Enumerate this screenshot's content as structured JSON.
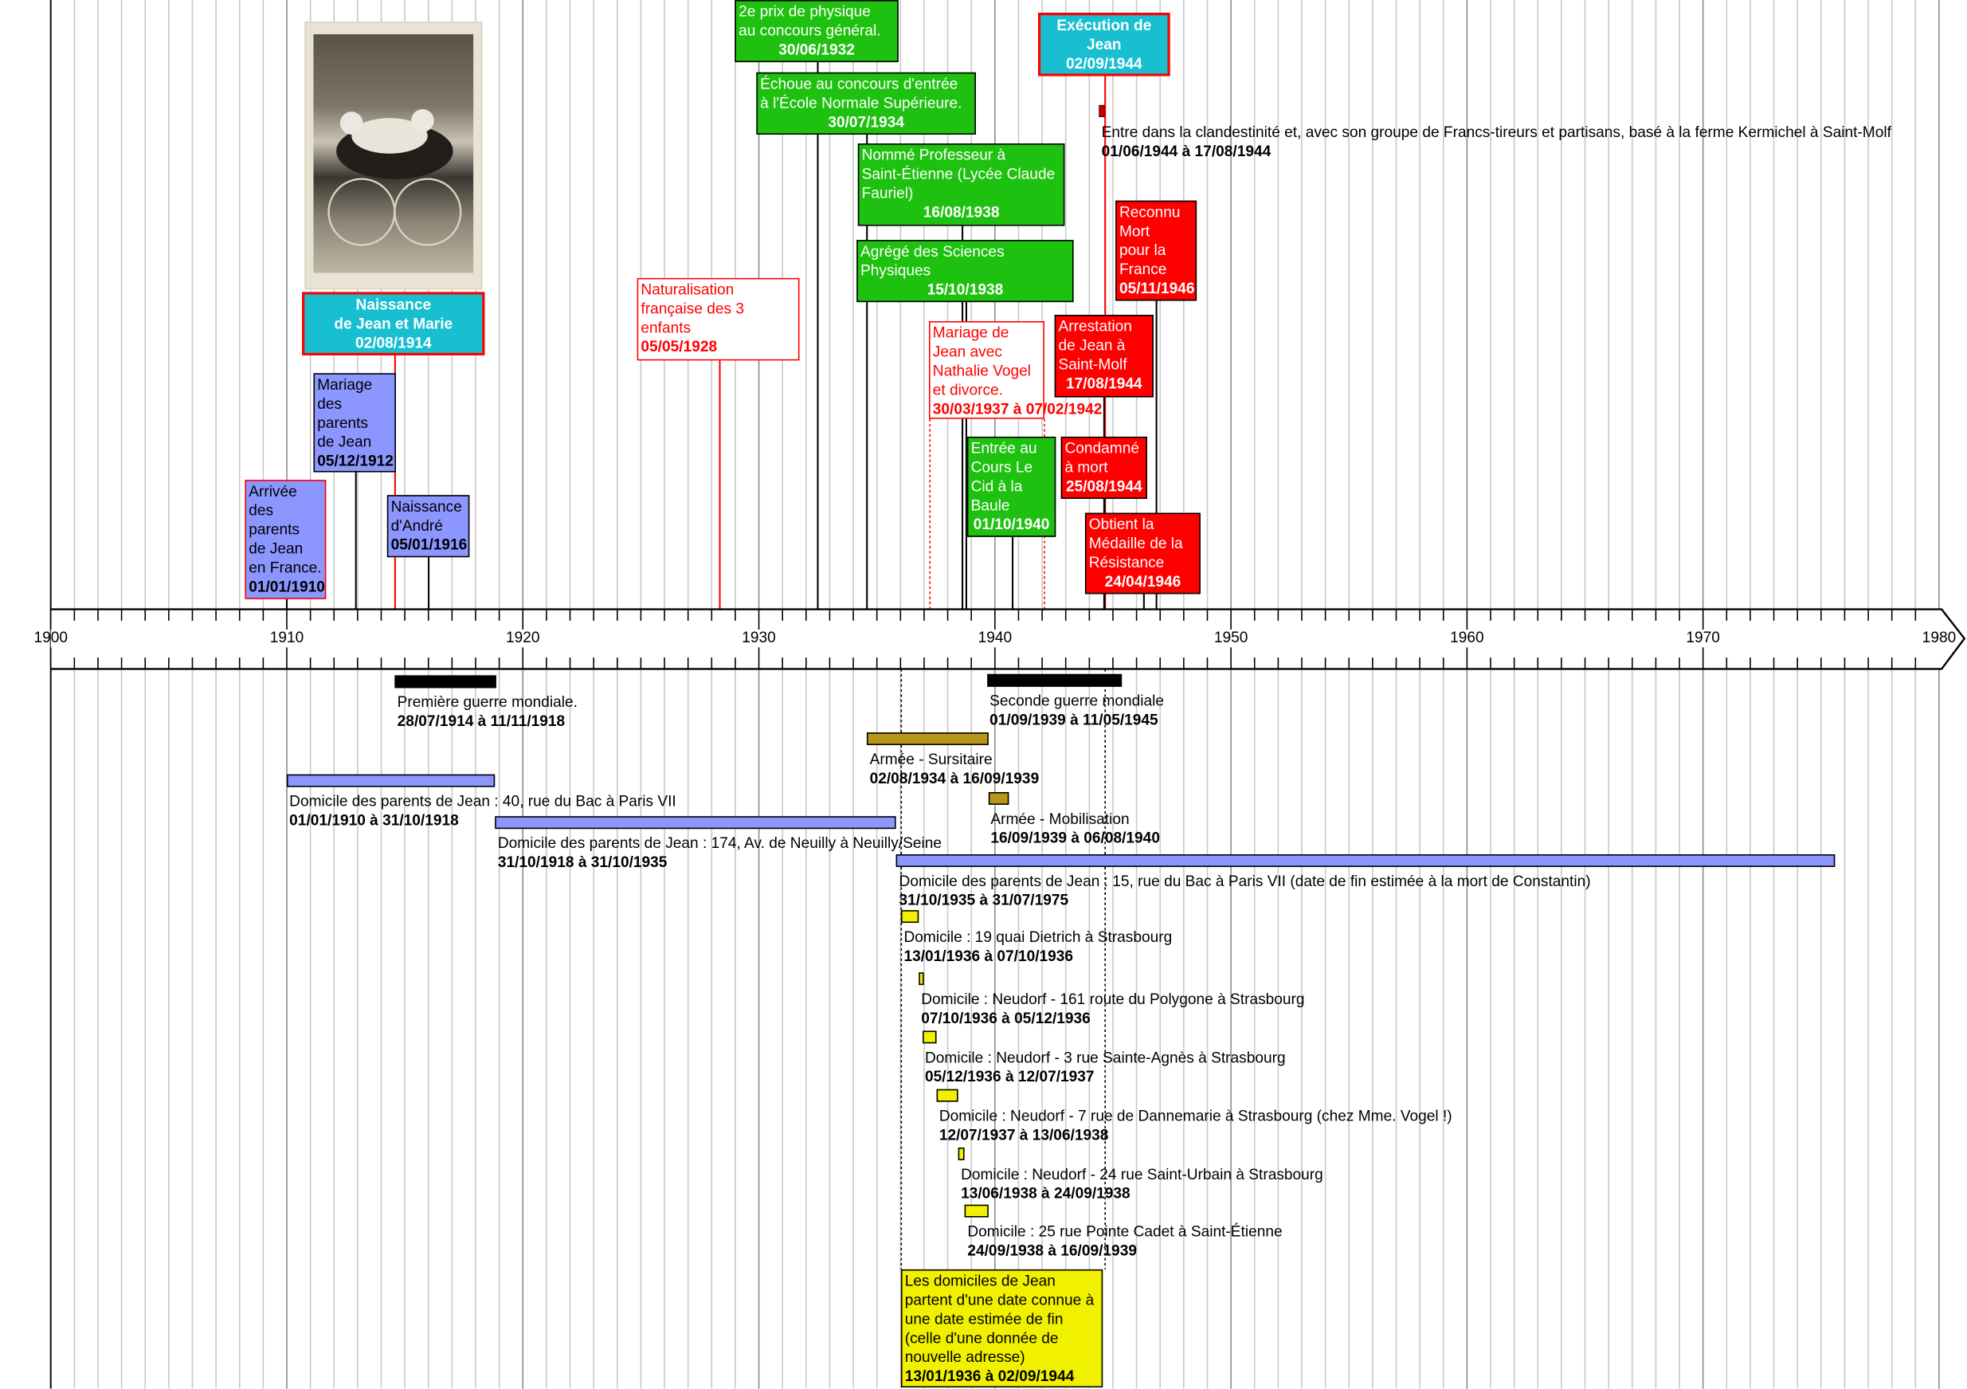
{
  "axis": {
    "start_year": 1900,
    "end_year": 1980,
    "labels": [
      "1900",
      "1910",
      "1920",
      "1930",
      "1940",
      "1950",
      "1960",
      "1970",
      "1980"
    ]
  },
  "colors": {
    "green": "#1ec10f",
    "cyan": "#17bfd0",
    "red": "#ff0000",
    "blue": "#8c96ff",
    "yellow": "#f0f000",
    "brown": "#b8961a",
    "black": "#000000"
  },
  "events": [
    {
      "id": "naissance_jm",
      "style": "cyan",
      "lines": [
        "Naissance",
        "de Jean et Marie"
      ],
      "date": "02/08/1914",
      "stem": "red"
    },
    {
      "id": "mariage_parents",
      "style": "blue",
      "lines": [
        "Mariage",
        "des",
        "parents",
        "de Jean"
      ],
      "date": "05/12/1912",
      "stem": "black"
    },
    {
      "id": "arrivee",
      "style": "blue-redborder",
      "lines": [
        "Arrivée",
        "des",
        "parents",
        "de Jean",
        "en France."
      ],
      "date": "01/01/1910",
      "stem": "black"
    },
    {
      "id": "andre",
      "style": "blue",
      "lines": [
        "Naissance",
        "d'André"
      ],
      "date": "05/01/1916",
      "stem": "black"
    },
    {
      "id": "naturalisation",
      "style": "white-red",
      "lines": [
        "Naturalisation",
        "française des 3",
        "enfants"
      ],
      "date": "05/05/1928",
      "stem": "red"
    },
    {
      "id": "prix",
      "style": "green",
      "lines": [
        "2e prix de physique",
        "au concours général."
      ],
      "date": "30/06/1932",
      "stem": "black"
    },
    {
      "id": "echoue",
      "style": "green",
      "lines": [
        "Échoue au concours d'entrée",
        "à l'École Normale Supérieure."
      ],
      "date": "30/07/1934",
      "stem": "black"
    },
    {
      "id": "professeur",
      "style": "green",
      "lines": [
        "Nommé Professeur à",
        "Saint-Étienne (Lycée Claude",
        "Fauriel)"
      ],
      "date": "16/08/1938",
      "stem": "black"
    },
    {
      "id": "agrege",
      "style": "green",
      "lines": [
        "Agrégé des Sciences",
        "Physiques"
      ],
      "date": "15/10/1938",
      "stem": "black"
    },
    {
      "id": "mariage_jean",
      "style": "white-red",
      "lines": [
        "Mariage de",
        "Jean avec",
        "Nathalie Vogel",
        "et divorce."
      ],
      "date": "30/03/1937 à 07/02/1942",
      "start": "30/03/1937",
      "end": "07/02/1942",
      "stem": "red-dotted"
    },
    {
      "id": "cours_cid",
      "style": "green",
      "lines": [
        "Entrée au",
        "Cours Le",
        "Cid à la",
        "Baule"
      ],
      "date": "01/10/1940",
      "stem": "black"
    },
    {
      "id": "execution",
      "style": "cyan",
      "lines": [
        "Exécution de",
        "Jean"
      ],
      "date": "02/09/1944",
      "stem": "red"
    },
    {
      "id": "reconnu",
      "style": "red",
      "lines": [
        "Reconnu",
        "Mort",
        "pour la",
        "France"
      ],
      "date": "05/11/1946",
      "stem": "black"
    },
    {
      "id": "arrestation",
      "style": "red",
      "lines": [
        "Arrestation",
        "de Jean à",
        "Saint-Molf"
      ],
      "date": "17/08/1944",
      "stem": "black"
    },
    {
      "id": "condamne",
      "style": "red",
      "lines": [
        "Condamné",
        "à mort"
      ],
      "date": "25/08/1944",
      "stem": "black"
    },
    {
      "id": "medaille",
      "style": "red",
      "lines": [
        "Obtient la",
        "Médaille de la",
        "Résistance"
      ],
      "date": "24/04/1946",
      "stem": "black"
    }
  ],
  "clandestinite": {
    "label": "Entre dans la clandestinité et, avec son groupe de Francs-tireurs et partisans, basé à la ferme Kermichel à Saint-Molf",
    "dates": "01/06/1944 à 17/08/1944",
    "start": "01/06/1944",
    "end": "17/08/1944"
  },
  "periods": [
    {
      "id": "wwi",
      "label": "Première guerre mondiale.",
      "dates": "28/07/1914 à 11/11/1918",
      "start": "28/07/1914",
      "end": "11/11/1918",
      "color": "black"
    },
    {
      "id": "wwii",
      "label": "Seconde guerre mondiale",
      "dates": "01/09/1939 à 11/05/1945",
      "start": "01/09/1939",
      "end": "11/05/1945",
      "color": "black"
    },
    {
      "id": "sursitaire",
      "label": "Armée - Sursitaire",
      "dates": "02/08/1934 à 16/09/1939",
      "start": "02/08/1934",
      "end": "16/09/1939",
      "color": "brown"
    },
    {
      "id": "bac40",
      "label": "Domicile des parents de Jean : 40, rue du Bac à Paris VII",
      "dates": "01/01/1910 à 31/10/1918",
      "start": "01/01/1910",
      "end": "31/10/1918",
      "color": "blue"
    },
    {
      "id": "mobilisation",
      "label": "Armée - Mobilisation",
      "dates": "16/09/1939 à 06/08/1940",
      "start": "16/09/1939",
      "end": "06/08/1940",
      "color": "brown"
    },
    {
      "id": "neuilly",
      "label": "Domicile des parents de Jean : 174, Av. de Neuilly à Neuilly/Seine",
      "dates": "31/10/1918 à 31/10/1935",
      "start": "31/10/1918",
      "end": "31/10/1935",
      "color": "blue"
    },
    {
      "id": "bac15",
      "label": "Domicile des parents de Jean : 15, rue du Bac à Paris VII (date de fin estimée à la mort de Constantin)",
      "dates": "31/10/1935 à 31/07/1975",
      "start": "31/10/1935",
      "end": "31/07/1975",
      "color": "blue"
    },
    {
      "id": "dietrich",
      "label": "Domicile : 19 quai Dietrich à Strasbourg",
      "dates": "13/01/1936 à 07/10/1936",
      "start": "13/01/1936",
      "end": "07/10/1936",
      "color": "yellow"
    },
    {
      "id": "polygone",
      "label": "Domicile : Neudorf - 161 route du Polygone à Strasbourg",
      "dates": "07/10/1936 à 05/12/1936",
      "start": "07/10/1936",
      "end": "05/12/1936",
      "color": "yellow"
    },
    {
      "id": "agnes",
      "label": "Domicile : Neudorf - 3 rue Sainte-Agnès à Strasbourg",
      "dates": "05/12/1936 à 12/07/1937",
      "start": "05/12/1936",
      "end": "12/07/1937",
      "color": "yellow"
    },
    {
      "id": "dannemarie",
      "label": "Domicile : Neudorf - 7 rue de Dannemarie à Strasbourg (chez Mme. Vogel !)",
      "dates": "12/07/1937 à 13/06/1938",
      "start": "12/07/1937",
      "end": "13/06/1938",
      "color": "yellow"
    },
    {
      "id": "urbain",
      "label": "Domicile : Neudorf - 24 rue Saint-Urbain à Strasbourg",
      "dates": "13/06/1938 à 24/09/1938",
      "start": "13/06/1938",
      "end": "24/09/1938",
      "color": "yellow"
    },
    {
      "id": "cadet",
      "label": "Domicile : 25 rue Pointe Cadet à Saint-Étienne",
      "dates": "24/09/1938 à 16/09/1939",
      "start": "24/09/1938",
      "end": "16/09/1939",
      "color": "yellow"
    }
  ],
  "note": {
    "lines": [
      "Les domiciles de Jean",
      "partent d'une date connue à",
      "une date estimée de fin",
      "(celle d'une donnée de",
      "nouvelle adresse)"
    ],
    "dates": "13/01/1936 à 02/09/1944",
    "start": "13/01/1936",
    "end": "02/09/1944"
  }
}
